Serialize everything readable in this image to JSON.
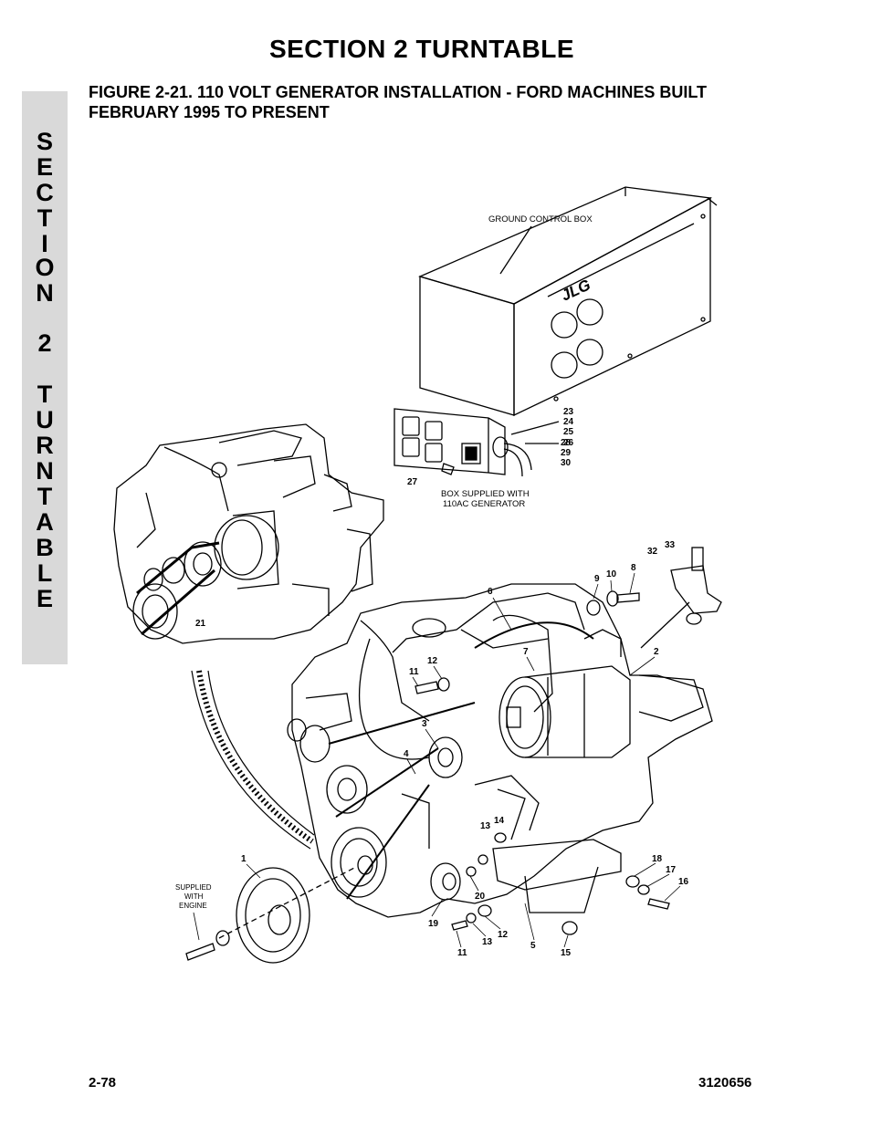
{
  "header": {
    "section_title": "SECTION 2   TURNTABLE",
    "figure_title_line1": "FIGURE 2-21.  110 VOLT GENERATOR INSTALLATION - FORD MACHINES BUILT",
    "figure_title_line2": "FEBRUARY 1995 TO PRESENT"
  },
  "side_tab": {
    "letters": [
      "S",
      "E",
      "C",
      "T",
      "I",
      "O",
      "N",
      "",
      "2",
      "",
      "T",
      "U",
      "R",
      "N",
      "T",
      "A",
      "B",
      "L",
      "E"
    ]
  },
  "figure": {
    "labels": {
      "ground_control_box": "GROUND CONTROL BOX",
      "box_supplied_line1": "BOX SUPPLIED WITH",
      "box_supplied_line2": "110AC GENERATOR",
      "supplied_line1": "SUPPLIED",
      "supplied_line2": "WITH",
      "supplied_line3": "ENGINE",
      "logo": "JLG"
    },
    "callouts": {
      "c23": "23",
      "c24": "24",
      "c25": "25",
      "c26": "26",
      "c28": "28",
      "c29": "29",
      "c30": "30",
      "c27": "27",
      "c21": "21",
      "c33": "33",
      "c32": "32",
      "c6": "6",
      "c9": "9",
      "c10": "10",
      "c8": "8",
      "c7": "7",
      "c2": "2",
      "c12a": "12",
      "c11a": "11",
      "c3": "3",
      "c4": "4",
      "c14": "14",
      "c13a": "13",
      "c1": "1",
      "c18": "18",
      "c17": "17",
      "c16": "16",
      "c20": "20",
      "c19": "19",
      "c12b": "12",
      "c13b": "13",
      "c5": "5",
      "c11b": "11",
      "c15": "15"
    }
  },
  "footer": {
    "page_number": "2-78",
    "doc_number": "3120656"
  }
}
